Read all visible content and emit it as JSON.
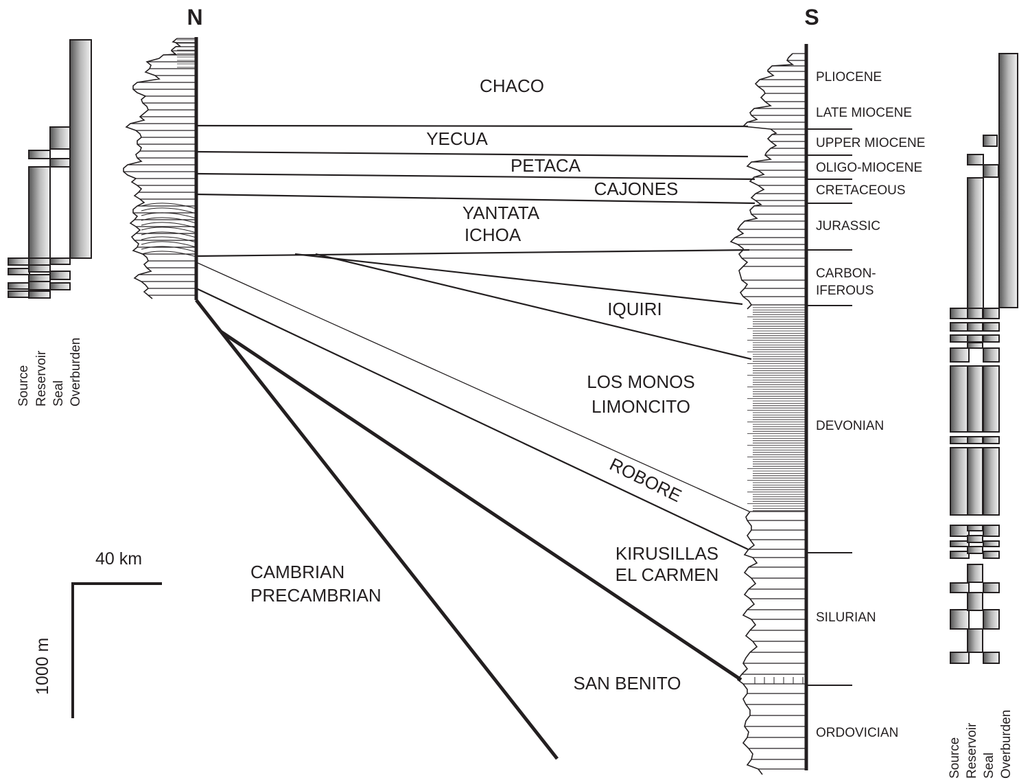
{
  "header": {
    "north": "N",
    "south": "S"
  },
  "formations": {
    "chaco": "CHACO",
    "yecua": "YECUA",
    "petaca": "PETACA",
    "cajones": "CAJONES",
    "yantata": "YANTATA",
    "ichoa": "ICHOA",
    "iquiri": "IQUIRI",
    "los_monos": "LOS MONOS",
    "limoncito": "LIMONCITO",
    "robore": "ROBORE",
    "kirusillas": "KIRUSILLAS",
    "el_carmen": "EL CARMEN",
    "san_benito": "SAN BENITO",
    "cambrian": "CAMBRIAN",
    "precambrian": "PRECAMBRIAN"
  },
  "ages": {
    "pliocene": "PLIOCENE",
    "late_miocene": "LATE MIOCENE",
    "upper_miocene": "UPPER MIOCENE",
    "oligo_miocene": "OLIGO-MIOCENE",
    "cretaceous": "CRETACEOUS",
    "jurassic": "JURASSIC",
    "carboniferous_1": "CARBON-",
    "carboniferous_2": "IFEROUS",
    "devonian": "DEVONIAN",
    "silurian": "SILURIAN",
    "ordovician": "ORDOVICIAN"
  },
  "element_columns": [
    "Source",
    "Reservoir",
    "Seal",
    "Overburden"
  ],
  "scale": {
    "horizontal": "40 km",
    "vertical": "1000 m"
  },
  "colors": {
    "ink": "#231f20",
    "bar_dark": "#555555",
    "bar_light": "#f2f2f2"
  }
}
